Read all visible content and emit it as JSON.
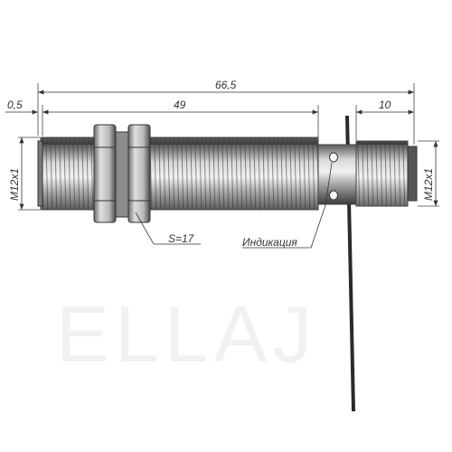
{
  "dimensions": {
    "total_length": "66,5",
    "thread_length": "49",
    "nose_offset": "0,5",
    "connector_length": "10",
    "thread_left": "M12x1",
    "thread_right": "M12x1",
    "wrench_size": "S=17",
    "indicator_label": "Индикация"
  },
  "watermark": "ELLAJ",
  "colors": {
    "line": "#222222",
    "metal_dark": "#4a4a4a",
    "metal_light": "#e6e6e6",
    "watermark": "#f1f1f1"
  }
}
